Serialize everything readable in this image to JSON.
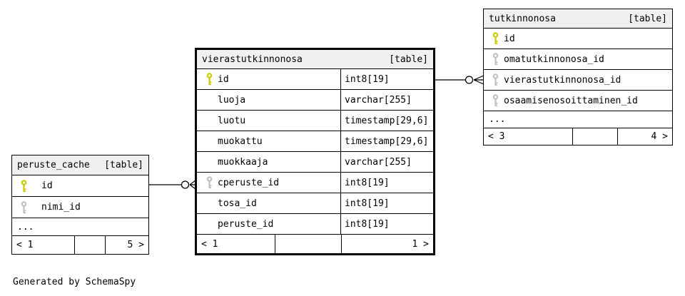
{
  "footer_note": "Generated by SchemaSpy",
  "colors": {
    "primary_key": "#c9c900",
    "foreign_key": "#c0c0c0",
    "header_bg": "#f0f0f0",
    "border": "#000000",
    "background": "#ffffff"
  },
  "tables": [
    {
      "name": "peruste_cache",
      "type_label": "[table]",
      "rows": [
        {
          "name": "id",
          "key": "primary"
        },
        {
          "name": "nimi_id",
          "key": "foreign"
        }
      ],
      "ellipsis": "...",
      "footer": {
        "left": "< 1",
        "middle": "",
        "right": "5 >"
      }
    },
    {
      "name": "vierastutkinnonosa",
      "type_label": "[table]",
      "rows": [
        {
          "name": "id",
          "type": "int8[19]",
          "key": "primary"
        },
        {
          "name": "luoja",
          "type": "varchar[255]"
        },
        {
          "name": "luotu",
          "type": "timestamp[29,6]"
        },
        {
          "name": "muokattu",
          "type": "timestamp[29,6]"
        },
        {
          "name": "muokkaaja",
          "type": "varchar[255]"
        },
        {
          "name": "cperuste_id",
          "type": "int8[19]",
          "key": "foreign"
        },
        {
          "name": "tosa_id",
          "type": "int8[19]"
        },
        {
          "name": "peruste_id",
          "type": "int8[19]"
        }
      ],
      "footer": {
        "left": "< 1",
        "middle": "",
        "right": "1 >"
      }
    },
    {
      "name": "tutkinnonosa",
      "type_label": "[table]",
      "rows": [
        {
          "name": "id",
          "key": "primary"
        },
        {
          "name": "omatutkinnonosa_id",
          "key": "foreign"
        },
        {
          "name": "vierastutkinnonosa_id",
          "key": "foreign"
        },
        {
          "name": "osaamisenosoittaminen_id",
          "key": "foreign"
        }
      ],
      "ellipsis": "...",
      "footer": {
        "left": "< 3",
        "middle": "",
        "right": "4 >"
      }
    }
  ],
  "relationships": [
    {
      "from": "peruste_cache.id",
      "to": "vierastutkinnonosa.cperuste_id"
    },
    {
      "from": "vierastutkinnonosa.id",
      "to": "tutkinnonosa.vierastutkinnonosa_id"
    }
  ]
}
